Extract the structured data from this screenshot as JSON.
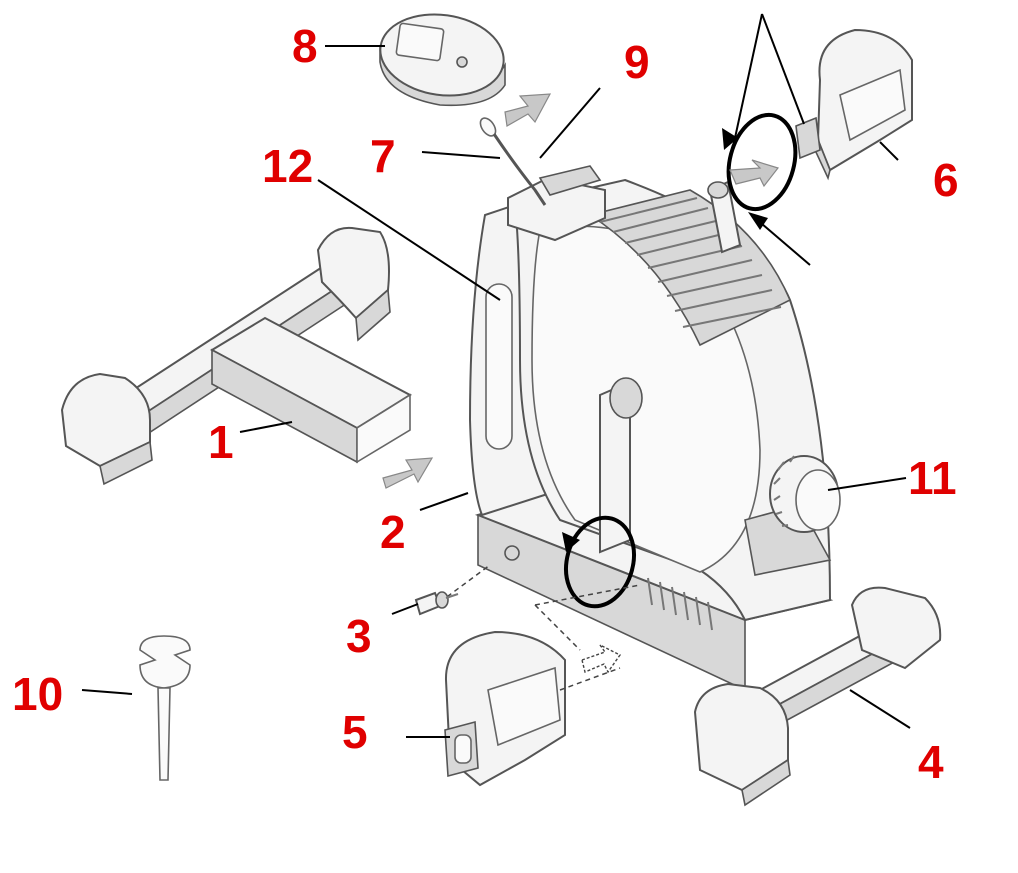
{
  "colors": {
    "callout": "#e00000",
    "line_art": "#555555",
    "fill": "#f4f4f4",
    "background": "#ffffff"
  },
  "callouts": [
    {
      "id": "1",
      "label": "1"
    },
    {
      "id": "2",
      "label": "2"
    },
    {
      "id": "3",
      "label": "3"
    },
    {
      "id": "4",
      "label": "4"
    },
    {
      "id": "5",
      "label": "5"
    },
    {
      "id": "6",
      "label": "6"
    },
    {
      "id": "7",
      "label": "7"
    },
    {
      "id": "8",
      "label": "8"
    },
    {
      "id": "9",
      "label": "9"
    },
    {
      "id": "10",
      "label": "10"
    },
    {
      "id": "11",
      "label": "11"
    },
    {
      "id": "12",
      "label": "12"
    }
  ],
  "icons": {
    "rotation": "circular-arrow-icon",
    "assembly": "assembly-direction-arrow-icon"
  }
}
